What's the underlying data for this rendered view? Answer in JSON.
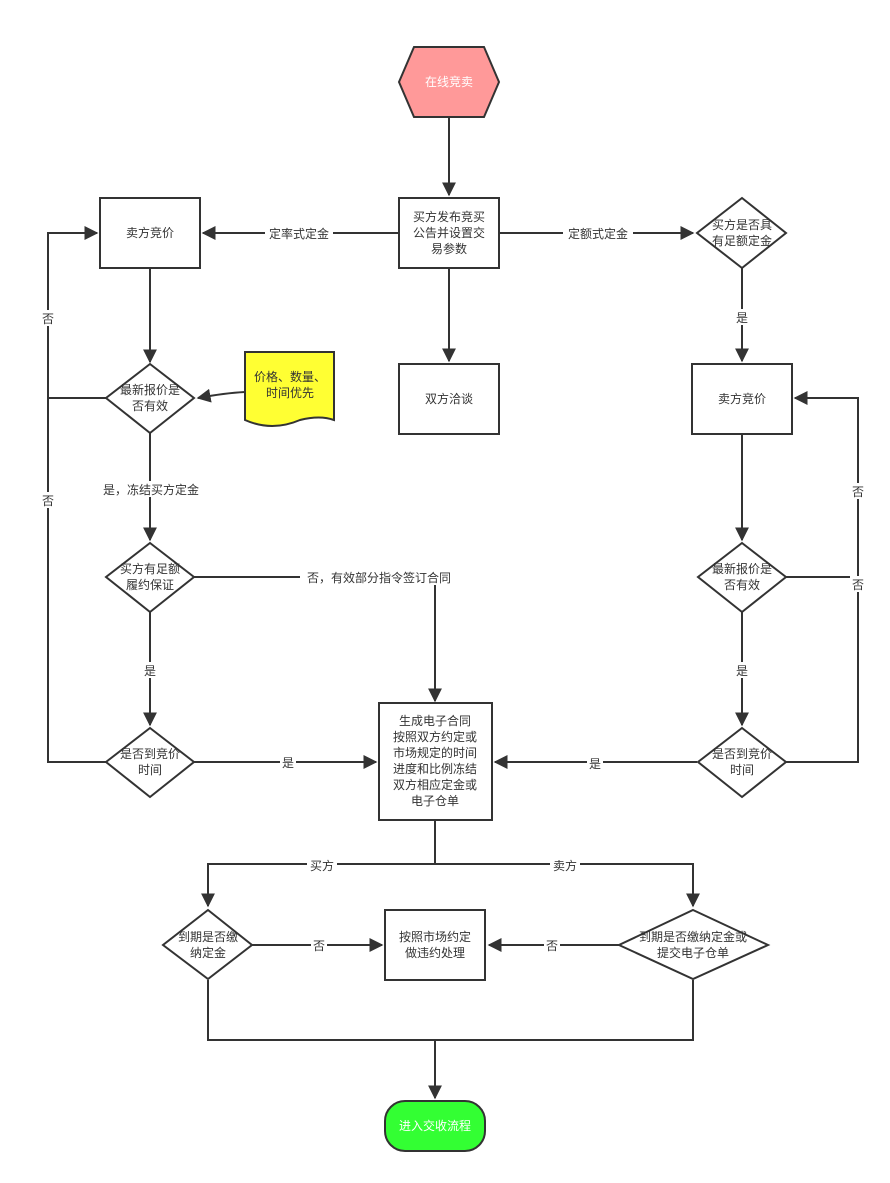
{
  "colors": {
    "start_fill": "#FF9999",
    "end_fill": "#33FF33",
    "note_fill": "#FFFF33",
    "stroke": "#333333"
  },
  "nodes": {
    "start": {
      "lines": [
        "在线竞卖"
      ]
    },
    "publish": {
      "lines": [
        "买方发布竞买",
        "公告并设置交",
        "易参数"
      ]
    },
    "left_bid": {
      "lines": [
        "卖方竞价"
      ]
    },
    "right_check_deposit": {
      "lines": [
        "买方是否具",
        "有足额定金"
      ]
    },
    "negotiate": {
      "lines": [
        "双方洽谈"
      ]
    },
    "right_bid": {
      "lines": [
        "卖方竞价"
      ]
    },
    "left_valid": {
      "lines": [
        "最新报价是",
        "否有效"
      ]
    },
    "note": {
      "lines": [
        "价格、数量、",
        "时间优先"
      ]
    },
    "left_guarantee": {
      "lines": [
        "买方有足额",
        "履约保证"
      ]
    },
    "right_valid": {
      "lines": [
        "最新报价是",
        "否有效"
      ]
    },
    "left_time": {
      "lines": [
        "是否到竞价",
        "时间"
      ]
    },
    "contract": {
      "lines": [
        "生成电子合同",
        "按照双方约定或",
        "市场规定的时间",
        "进度和比例冻结",
        "双方相应定金或",
        "电子仓单"
      ]
    },
    "right_time": {
      "lines": [
        "是否到竞价",
        "时间"
      ]
    },
    "buyer_due": {
      "lines": [
        "到期是否缴",
        "纳定金"
      ]
    },
    "default": {
      "lines": [
        "按照市场约定",
        "做违约处理"
      ]
    },
    "seller_due": {
      "lines": [
        "到期是否缴纳定金或",
        "提交电子仓单"
      ]
    },
    "end": {
      "lines": [
        "进入交收流程"
      ]
    }
  },
  "edge_labels": {
    "rate_deposit": "定率式定金",
    "fixed_deposit": "定额式定金",
    "right_yes_1": "是",
    "left_no_1": "否",
    "left_no_2": "否",
    "left_yes_freeze": "是，冻结买方定金",
    "left_no_partial": "否，有效部分指令签订合同",
    "left_yes_2": "是",
    "left_yes_3": "是",
    "right_no_1": "否",
    "right_no_2": "否",
    "right_yes_2": "是",
    "right_yes_3": "是",
    "buyer": "买方",
    "seller": "卖方",
    "buyer_no": "否",
    "seller_no": "否"
  }
}
